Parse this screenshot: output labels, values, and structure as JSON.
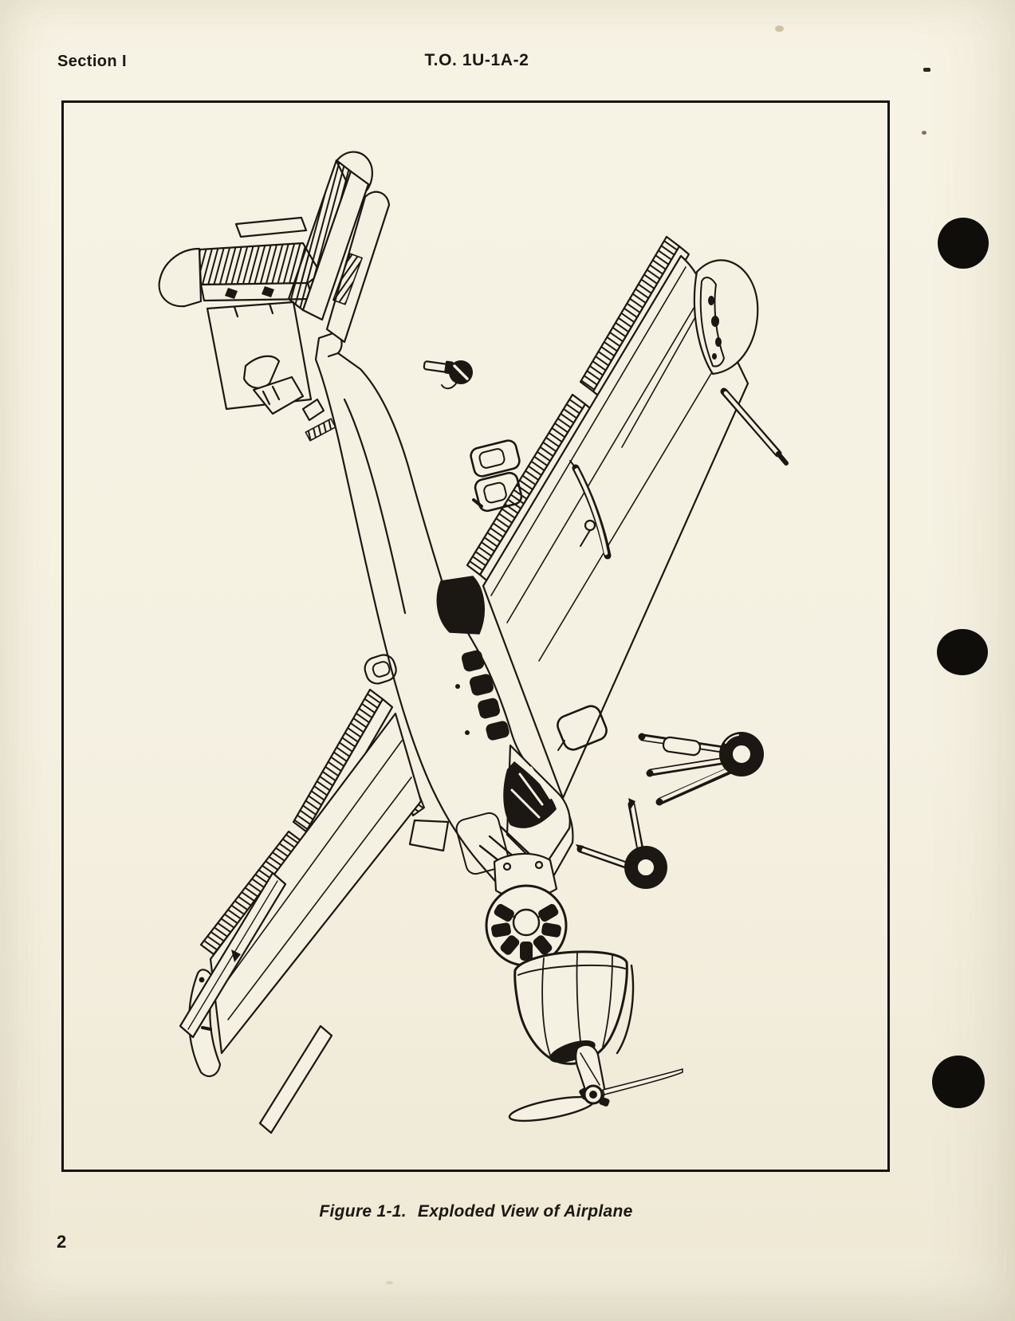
{
  "header": {
    "section": "Section I",
    "technical_order": "T.O. 1U-1A-2"
  },
  "figure": {
    "label": "Figure 1-1.",
    "title": "Exploded View of Airplane"
  },
  "footer": {
    "page_number": "2"
  },
  "colors": {
    "paper": "#f5f1e2",
    "ink": "#1b1712",
    "frame_border": "#16130c",
    "punch_hole": "#100e0b"
  }
}
